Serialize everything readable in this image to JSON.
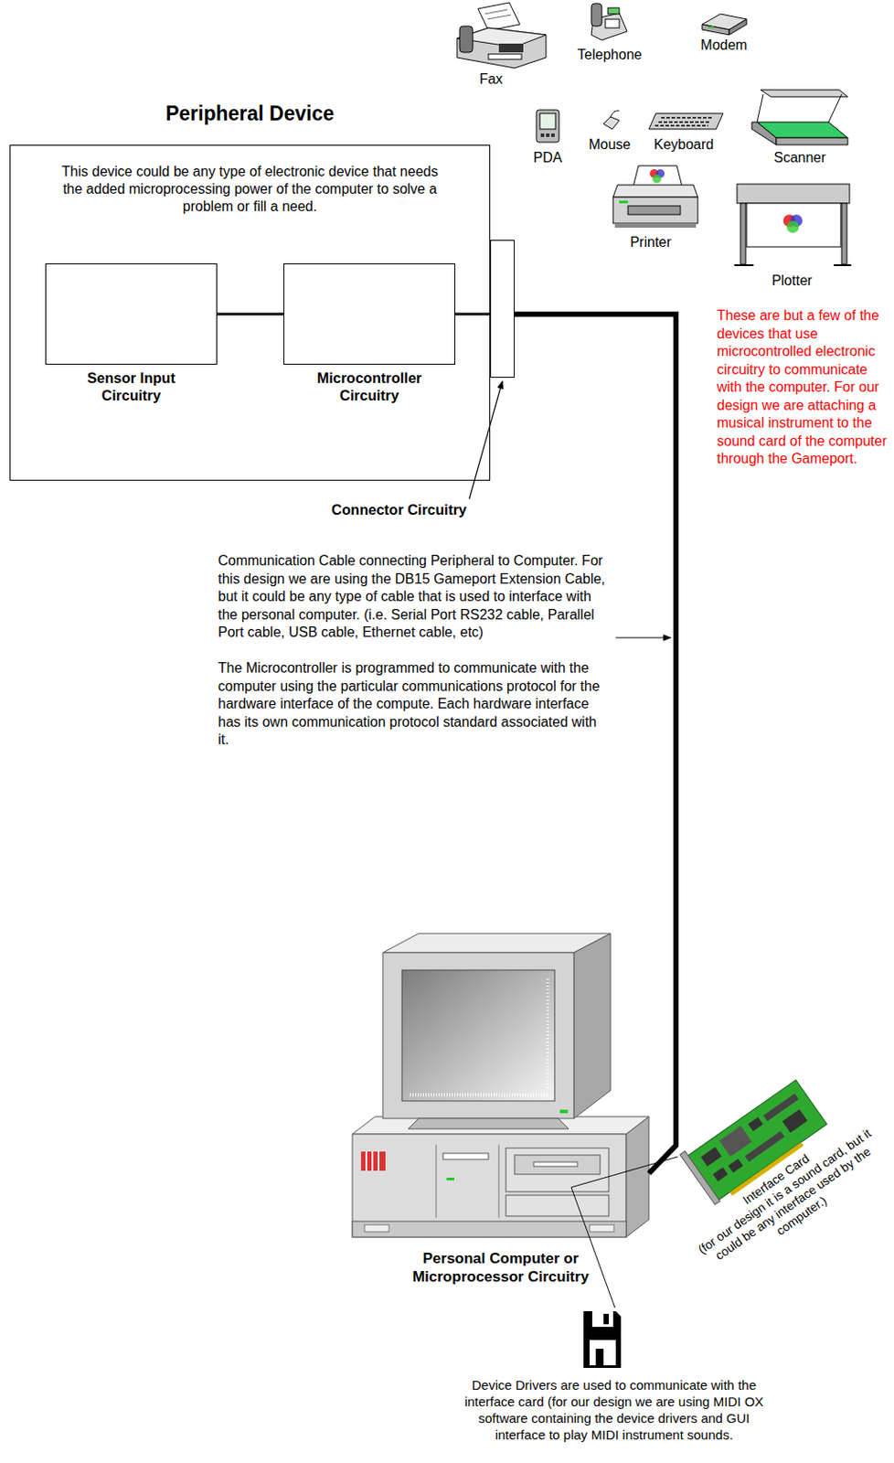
{
  "diagram": {
    "nodes": [
      {
        "text": [
          "Peripheral Device",
          "This device could be any type of electronic device that needs the added microprocessing power of the computer to solve a problem or fill a need."
        ]
      },
      {
        "text": [
          "Sensor Input Circuitry"
        ],
        "in": 0
      },
      {
        "text": [
          "Microcontroller Circuitry"
        ],
        "in": 0
      },
      {
        "text": [
          "Connector Circuitry"
        ]
      },
      {
        "text": [
          "Personal Computer or Microprocessor Circuitry"
        ]
      }
    ],
    "edges": [
      {
        "from": 1,
        "to": 2,
        "arrow": "none"
      },
      {
        "from": 2,
        "to": 3,
        "arrow": "none"
      },
      {
        "from": 3,
        "to": 4,
        "arrow": "none"
      }
    ],
    "labels": [
      "Fax",
      "Telephone",
      "Modem",
      "PDA",
      "Mouse",
      "Keyboard",
      "Scanner",
      "Printer",
      "Plotter",
      "These are but a few of the devices that use microcontrolled electronic circuitry to communicate with the computer. For our design we are attaching a musical instrument to the sound card of the computer through the Gameport.",
      "Communication Cable connecting Peripheral to Computer. For this design we are using the DB15 Gameport Extension Cable, but it could be any type of cable that is used to interface with the personal computer. (i.e. Serial Port RS232 cable, Parallel Port cable, USB cable, Ethernet cable, etc)",
      "The Microcontroller is programmed to communicate with the computer using the particular communications protocol for the hardware interface of the compute. Each hardware interface has its own communication protocol standard associated with it.",
      "Interface Card",
      "(for our design it is a sound card, but it could be any interface used by the computer.)",
      "Device Drivers are used to communicate with the interface card (for our design we are using MIDI OX software containing the device drivers and GUI interface to play MIDI instrument sounds."
    ]
  }
}
